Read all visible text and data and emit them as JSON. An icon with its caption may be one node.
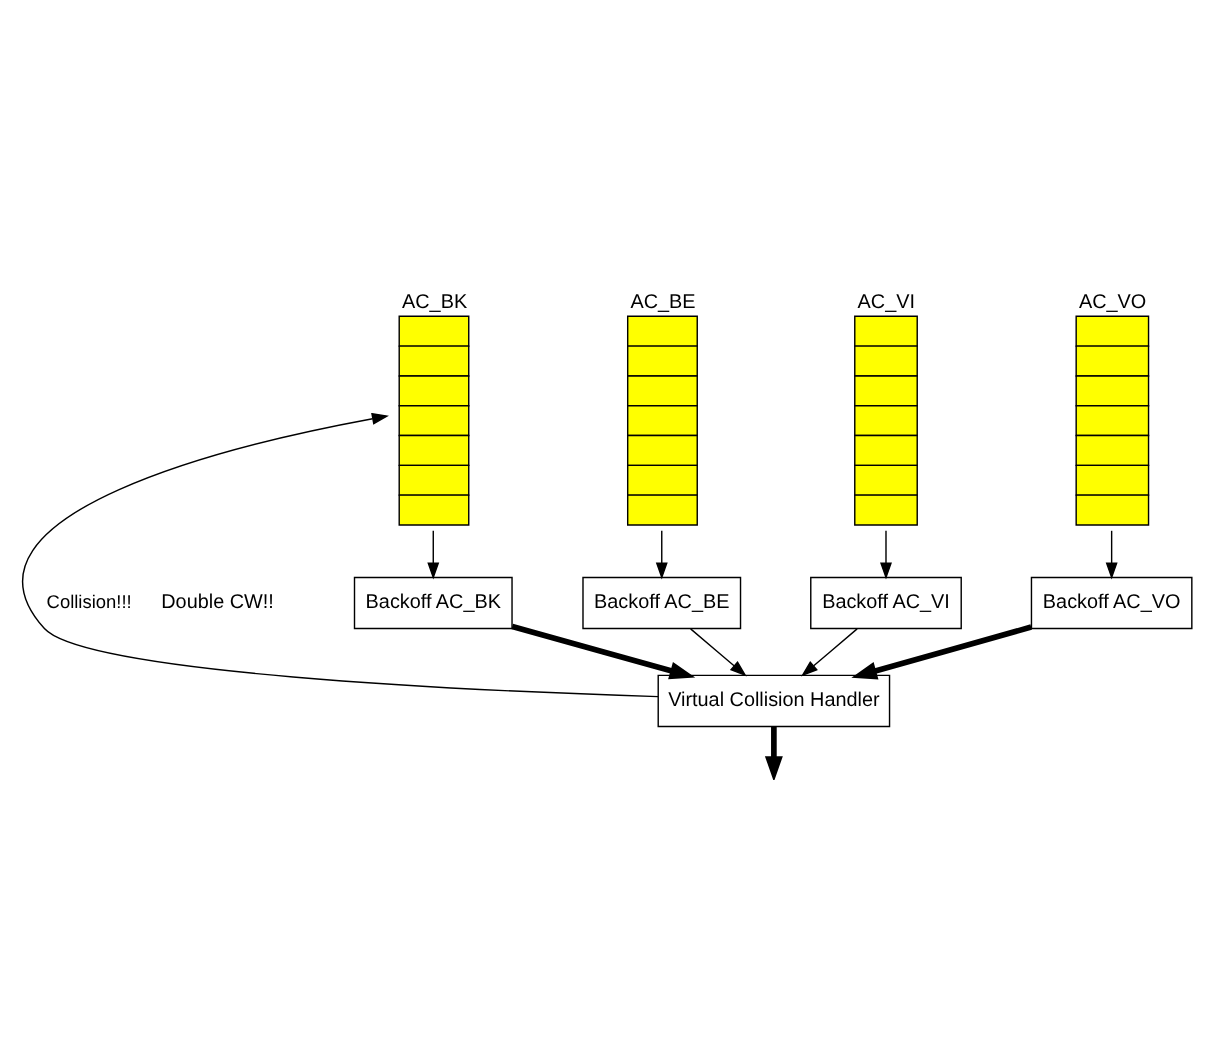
{
  "diagram": {
    "nodes": [
      {
        "text": [
          "AC_BK"
        ]
      },
      {
        "text": [
          "AC_BE"
        ]
      },
      {
        "text": [
          "AC_VI"
        ]
      },
      {
        "text": [
          "AC_VO"
        ]
      },
      {
        "text": [
          "Backoff AC_BK"
        ]
      },
      {
        "text": [
          "Backoff AC_BE"
        ]
      },
      {
        "text": [
          "Backoff AC_VI"
        ]
      },
      {
        "text": [
          "Backoff AC_VO"
        ]
      },
      {
        "text": [
          "Virtual Collision Handler"
        ]
      }
    ],
    "edges": [
      {
        "from": 0,
        "to": 4,
        "arrow": "to"
      },
      {
        "from": 1,
        "to": 5,
        "arrow": "to"
      },
      {
        "from": 2,
        "to": 6,
        "arrow": "to"
      },
      {
        "from": 3,
        "to": 7,
        "arrow": "to"
      },
      {
        "from": 4,
        "to": 8,
        "arrow": "to",
        "style": "thick"
      },
      {
        "from": 5,
        "to": 8,
        "arrow": "to"
      },
      {
        "from": 6,
        "to": 8,
        "arrow": "to"
      },
      {
        "from": 7,
        "to": 8,
        "arrow": "to",
        "style": "thick"
      },
      {
        "from": 8,
        "to": 0,
        "arrow": "to",
        "label": "Collision!!!"
      },
      {
        "from": 8,
        "to": null,
        "arrow": "to",
        "style": "thick"
      }
    ],
    "labels": [
      "Double CW!!"
    ]
  }
}
